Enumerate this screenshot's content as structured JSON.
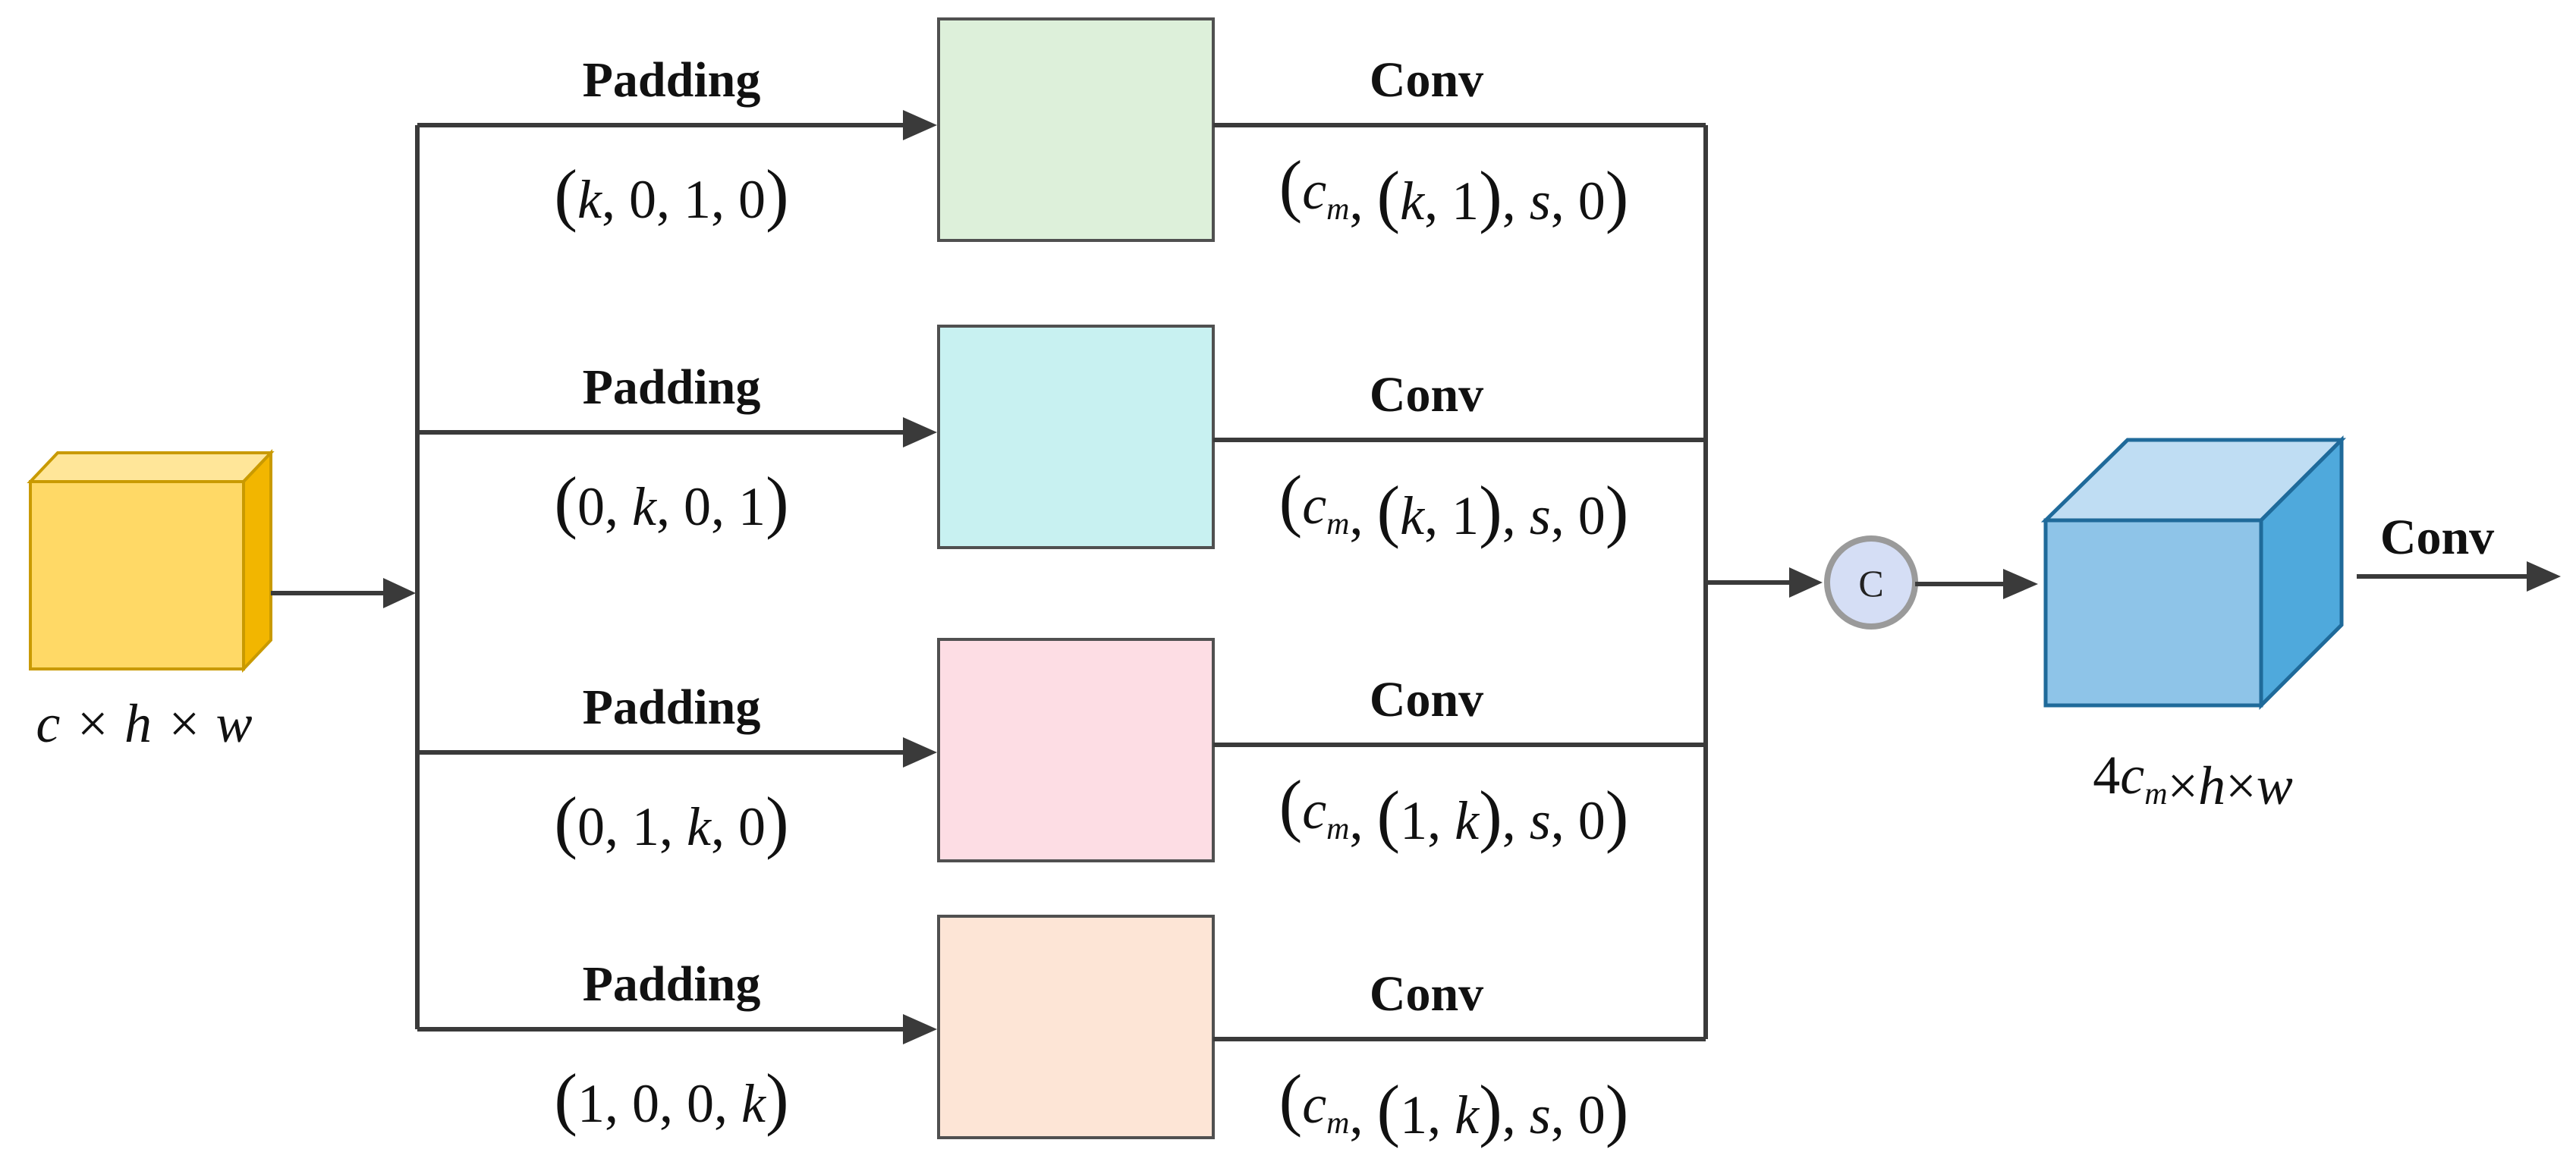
{
  "input": {
    "shape_label": "c × h × w",
    "cube_colors": {
      "front": "#FFD966",
      "top": "#FFE699",
      "side": "#F2B600",
      "edge": "#C99A00"
    }
  },
  "branches": [
    {
      "padding_label": "Padding",
      "padding_params": "(k, 0, 1, 0)",
      "box_color": "#DDF0DA",
      "conv_label": "Conv",
      "conv_params": "(c_m, (k, 1), s, 0)"
    },
    {
      "padding_label": "Padding",
      "padding_params": "(0, k, 0, 1)",
      "box_color": "#C8F1F1",
      "conv_label": "Conv",
      "conv_params": "(c_m, (k, 1), s, 0)"
    },
    {
      "padding_label": "Padding",
      "padding_params": "(0, 1, k, 0)",
      "box_color": "#FDDDE4",
      "conv_label": "Conv",
      "conv_params": "(c_m, (1, k), s, 0)"
    },
    {
      "padding_label": "Padding",
      "padding_params": "(1, 0, 0, k)",
      "box_color": "#FDE5D6",
      "conv_label": "Conv",
      "conv_params": "(c_m, (1, k), s, 0)"
    }
  ],
  "concat": {
    "label": "C",
    "fill": "#D5DEF5",
    "stroke": "#9A9A9A"
  },
  "output": {
    "shape_label": "4c_m × h × w",
    "cube_colors": {
      "front": "#8EC4E8",
      "top": "#BFDDF3",
      "side": "#4FA9DC",
      "edge": "#1F6A9A"
    },
    "conv_label": "Conv"
  }
}
